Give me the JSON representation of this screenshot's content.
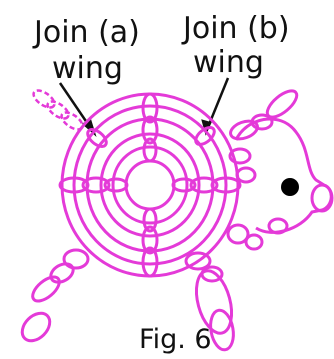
{
  "labels": {
    "join_a": "Join (a)",
    "join_a_sub": "wing",
    "join_b": "Join (b)",
    "join_b_sub": "wing",
    "figure": "Fig. 6"
  },
  "colors": {
    "stroke": "#e43ad8",
    "text": "#111111",
    "eye": "#000000"
  }
}
